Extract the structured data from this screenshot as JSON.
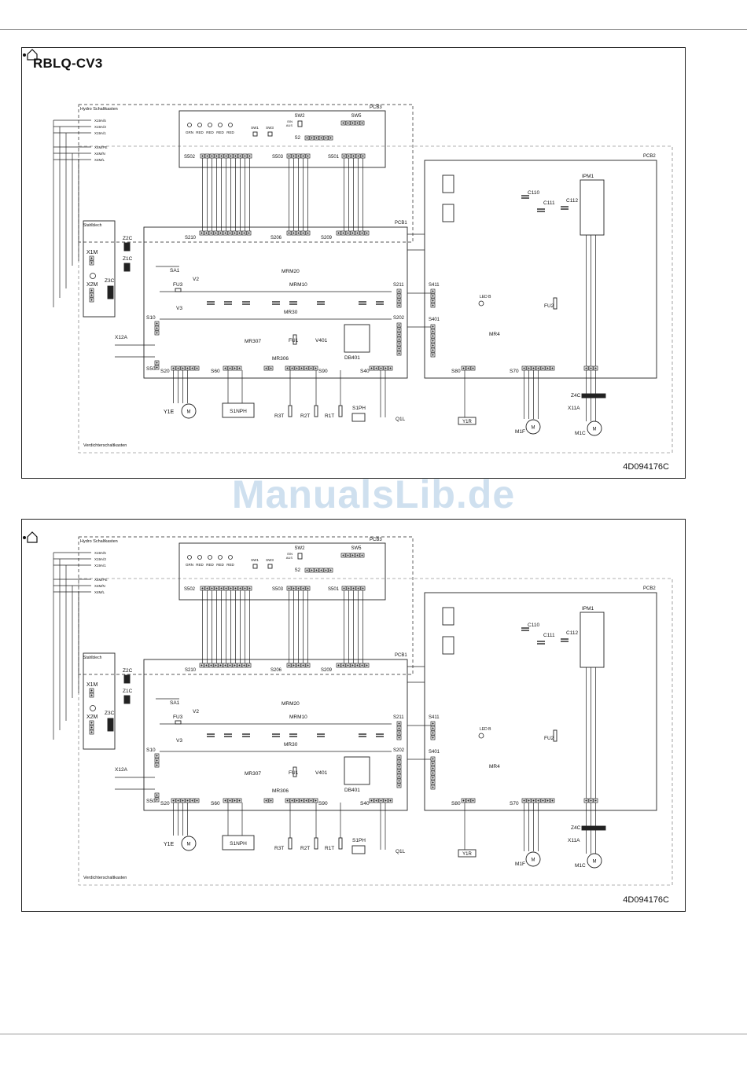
{
  "page": {
    "watermark": "ManualsLib.de"
  },
  "diagrams": [
    {
      "title": "RBLQ-CV3",
      "doc_code": "4D094176C"
    },
    {
      "title": "",
      "doc_code": "4D094176C"
    }
  ],
  "labels": {
    "hydro_box": "Hydro Schaltkasten",
    "compressor_box": "Verdichterschaltkasten",
    "frame": "Stahlblech",
    "pcb1": "PCB1",
    "pcb2": "PCB2",
    "pcb3": "PCB3",
    "sw2": "SW2",
    "sw5": "SW5",
    "sw1": "SW1",
    "sw3": "SW3",
    "s2": "S2",
    "s502": "S502",
    "s503": "S503",
    "s501": "S501",
    "s210": "S210",
    "s206": "S206",
    "s209": "S209",
    "s211": "S211",
    "s202": "S202",
    "s411": "S411",
    "s401": "S401",
    "s10": "S10",
    "s50": "S50",
    "s20": "S20",
    "s60": "S60",
    "s90": "S90",
    "s40": "S40",
    "s80": "S80",
    "s70": "S70",
    "x1m": "X1M",
    "x2m": "X2M",
    "x12a": "X12A",
    "x11a": "X11A",
    "z1c": "Z1C",
    "z2c": "Z2C",
    "z3c": "Z3C",
    "z4c": "Z4C",
    "sa1": "SA1",
    "v2": "V2",
    "v3": "V3",
    "fu3": "FU3",
    "fu1": "FU1",
    "fu2": "FU2",
    "mrm20": "MRM20",
    "mrm10": "MRM10",
    "mr30": "MR30",
    "mr307": "MR307",
    "mr306": "MR306",
    "mr4": "MR4",
    "v401": "V401",
    "db401": "DB401",
    "ipm1": "IPM1",
    "c110": "C110",
    "c111": "C111",
    "c112": "C112",
    "led_b": "LED B",
    "y1e": "Y1E",
    "s1nph": "S1NPH",
    "r3t": "R3T",
    "r2t": "R2T",
    "r1t": "R1T",
    "s1ph": "S1PH",
    "q1l": "Q1L",
    "y1r": "Y1R",
    "m1f": "M1F",
    "m1c": "M1C",
    "x19a5": "X19A/5",
    "x19a3": "X19A/3",
    "x19a1": "X19A/1",
    "x4mpe": "X4M/PE",
    "x4mn": "X4M/N",
    "x4ml": "X4M/L",
    "grn": "GRN",
    "red": "RED",
    "ein": "EIN",
    "aus": "AUS"
  }
}
